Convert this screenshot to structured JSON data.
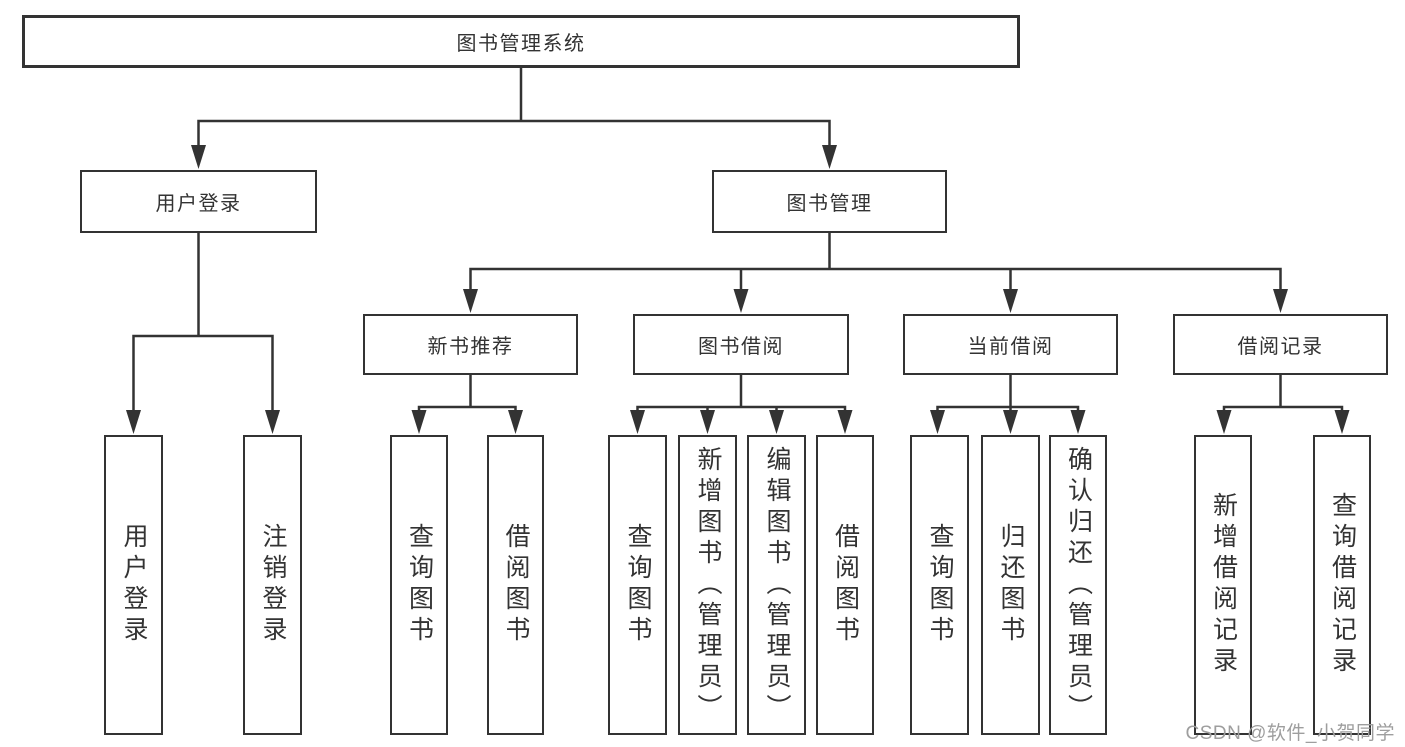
{
  "colors": {
    "line": "#333333",
    "box_border": "#333333",
    "box_fill": "#ffffff",
    "text": "#333333",
    "watermark": "#9e9e9e",
    "background": "#ffffff"
  },
  "tree": {
    "root": {
      "label": "图书管理系统"
    },
    "branches": [
      {
        "label": "用户登录",
        "children": [
          {
            "label": "用户登录"
          },
          {
            "label": "注销登录"
          }
        ]
      },
      {
        "label": "图书管理",
        "children": [
          {
            "label": "新书推荐",
            "children": [
              {
                "label": "查询图书"
              },
              {
                "label": "借阅图书"
              }
            ]
          },
          {
            "label": "图书借阅",
            "children": [
              {
                "label": "查询图书"
              },
              {
                "label": "新增图书（管理员）"
              },
              {
                "label": "编辑图书（管理员）"
              },
              {
                "label": "借阅图书"
              }
            ]
          },
          {
            "label": "当前借阅",
            "children": [
              {
                "label": "查询图书"
              },
              {
                "label": "归还图书"
              },
              {
                "label": "确认归还（管理员）"
              }
            ]
          },
          {
            "label": "借阅记录",
            "children": [
              {
                "label": "新增借阅记录"
              },
              {
                "label": "查询借阅记录"
              }
            ]
          }
        ]
      }
    ]
  },
  "watermark": {
    "text": "CSDN @软件_小贺同学"
  }
}
